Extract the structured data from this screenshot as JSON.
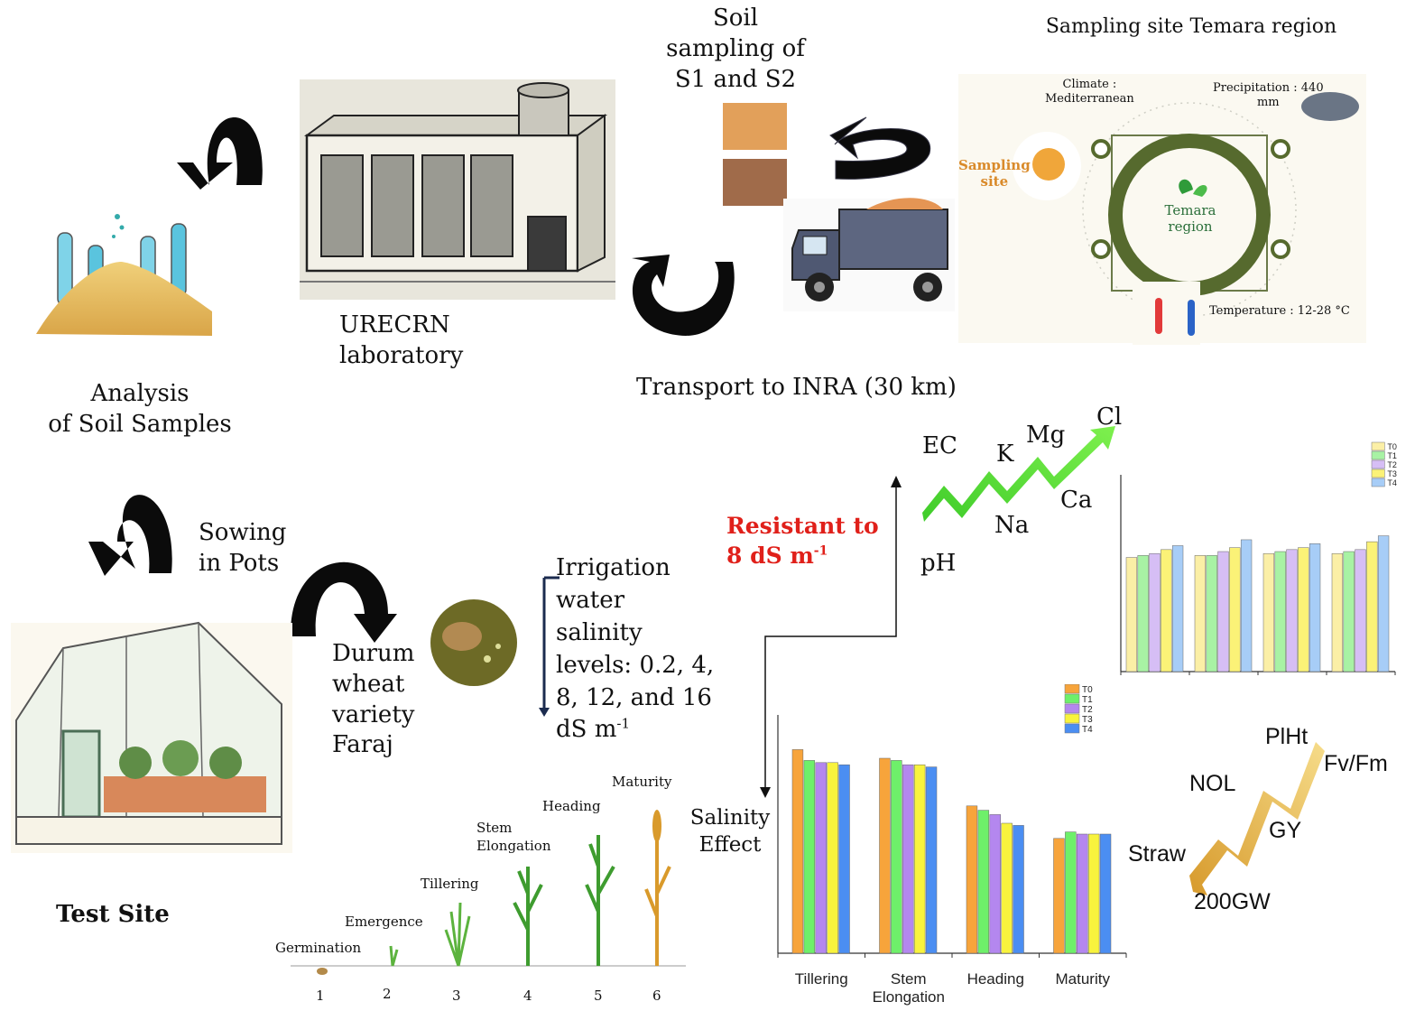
{
  "labs": {
    "soil_sampling": [
      "Soil",
      "sampling of",
      "S1 and S2"
    ],
    "sampling_site_title": "Sampling site Temara region",
    "urecrn": [
      "URECRN",
      "laboratory"
    ],
    "analysis": [
      "Analysis",
      "of Soil Samples"
    ],
    "transport": "Transport to INRA (30 km)",
    "sowing": [
      "Sowing",
      "in Pots"
    ],
    "test_site": "Test Site",
    "durum": [
      "Durum",
      "wheat",
      "variety",
      "Faraj"
    ],
    "irrigation": [
      "Irrigation",
      "water",
      "salinity",
      "levels: 0.2, 4,",
      "8, 12, and 16",
      "dS m"
    ],
    "irrigation_sup": "-1",
    "resistant": [
      "Resistant to",
      "8 dS m"
    ],
    "resistant_sup": "-1",
    "salinity_effect": [
      "Salinity",
      "Effect"
    ]
  },
  "site_map": {
    "climate": [
      "Climate :",
      "Mediterranean"
    ],
    "precip": [
      "Precipitation : 440",
      "mm"
    ],
    "sampling": [
      "Sampling",
      "site"
    ],
    "center": [
      "Temara",
      "region"
    ],
    "temperature": "Temperature : 12-28 °C"
  },
  "soil_params": {
    "labels": [
      "EC",
      "K",
      "Mg",
      "Cl",
      "Ca",
      "Na",
      "pH"
    ]
  },
  "plant_params": {
    "labels": [
      "PlHt",
      "Fv/Fm",
      "NOL",
      "GY",
      "Straw",
      "200GW"
    ]
  },
  "growth_stages": {
    "names": [
      "Germination",
      "Emergence",
      "Tillering",
      "Stem Elongation",
      "Heading",
      "Maturity"
    ],
    "numbers": [
      "1",
      "2",
      "3",
      "4",
      "5",
      "6"
    ]
  },
  "chart_data": [
    {
      "type": "bar",
      "id": "top",
      "categories": [
        "",
        "",
        "",
        ""
      ],
      "series": [
        {
          "name": "T0",
          "values": [
            0.58,
            0.59,
            0.6,
            0.6
          ]
        },
        {
          "name": "T1",
          "values": [
            0.59,
            0.59,
            0.61,
            0.61
          ]
        },
        {
          "name": "T2",
          "values": [
            0.6,
            0.61,
            0.62,
            0.62
          ]
        },
        {
          "name": "T3",
          "values": [
            0.62,
            0.63,
            0.63,
            0.66
          ]
        },
        {
          "name": "T4",
          "values": [
            0.64,
            0.67,
            0.65,
            0.69
          ]
        }
      ],
      "colors": [
        "#fbefa6",
        "#a8f2a4",
        "#d6bef5",
        "#fbf277",
        "#a7cdf7"
      ],
      "ylim": [
        0,
        1
      ],
      "legend": "top-right"
    },
    {
      "type": "bar",
      "id": "bottom",
      "categories": [
        "Tillering",
        "Stem Elongation",
        "Heading",
        "Maturity"
      ],
      "series": [
        {
          "name": "T0",
          "values": [
            0.94,
            0.9,
            0.68,
            0.53
          ]
        },
        {
          "name": "T1",
          "values": [
            0.89,
            0.89,
            0.66,
            0.56
          ]
        },
        {
          "name": "T2",
          "values": [
            0.88,
            0.87,
            0.64,
            0.55
          ]
        },
        {
          "name": "T3",
          "values": [
            0.88,
            0.87,
            0.6,
            0.55
          ]
        },
        {
          "name": "T4",
          "values": [
            0.87,
            0.86,
            0.59,
            0.55
          ]
        }
      ],
      "colors": [
        "#f7a43b",
        "#6ef06a",
        "#b487ef",
        "#f8f33d",
        "#4b8ef2"
      ],
      "ylim": [
        0,
        1.1
      ],
      "legend": "top-right"
    }
  ]
}
